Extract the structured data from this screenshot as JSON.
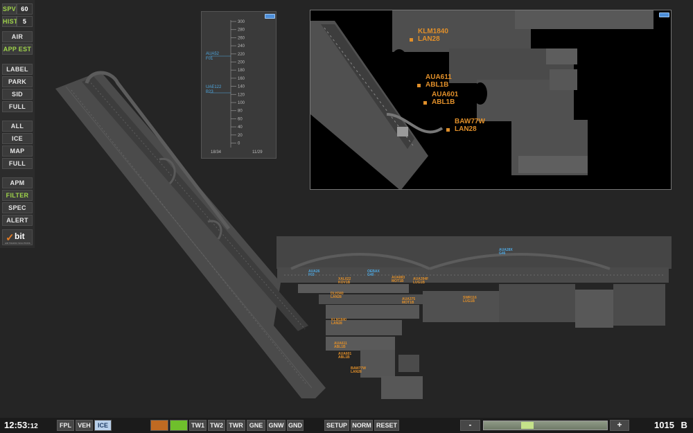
{
  "sidebar": {
    "spv_label": "SPV",
    "spv_value": "60",
    "hist_label": "HIST",
    "hist_value": "5",
    "buttons": [
      "AIR",
      "APP EST",
      "LABEL",
      "PARK",
      "SID",
      "FULL",
      "ALL",
      "ICE",
      "MAP",
      "FULL",
      "APM",
      "FILTER",
      "SPEC",
      "ALERT"
    ],
    "logo_word": "bit",
    "logo_tagline": "AIR TRAFFIC SOLUTIONS"
  },
  "tape": {
    "ticks": [
      "300",
      "280",
      "260",
      "240",
      "220",
      "200",
      "180",
      "160",
      "140",
      "120",
      "100",
      "80",
      "60",
      "40",
      "20",
      "0"
    ],
    "runway_left": "18/34",
    "runway_right": "11/29",
    "tags": [
      {
        "callsign": "AUA52",
        "sub": "F01"
      },
      {
        "callsign": "UAE122",
        "sub": "B23"
      }
    ]
  },
  "zoom": {
    "labels": [
      {
        "callsign": "KLM1840",
        "sub": "LAN28"
      },
      {
        "callsign": "AUA611",
        "sub": "ABL1B"
      },
      {
        "callsign": "AUA601",
        "sub": "ABL1B"
      },
      {
        "callsign": "BAW77W",
        "sub": "LAN28"
      }
    ]
  },
  "map": {
    "labels": [
      {
        "callsign": "AUA26",
        "sub": "F03",
        "color": "blue"
      },
      {
        "callsign": "OEBAX",
        "sub": "G40",
        "color": "blue"
      },
      {
        "callsign": "AUA28X",
        "sub": "G46",
        "color": "blue"
      },
      {
        "callsign": "XAL622",
        "sub": "KOV1B",
        "color": "orange"
      },
      {
        "callsign": "AUA883",
        "sub": "MOT1B",
        "color": "orange"
      },
      {
        "callsign": "AUA394F",
        "sub": "LUG1B",
        "color": "orange"
      },
      {
        "callsign": "DLH340",
        "sub": "LAN28",
        "color": "orange"
      },
      {
        "callsign": "AUA375",
        "sub": "MOT1B",
        "color": "orange"
      },
      {
        "callsign": "SWR116",
        "sub": "LUG1B",
        "color": "orange"
      },
      {
        "callsign": "KLM1840",
        "sub": "LAN28",
        "color": "orange"
      },
      {
        "callsign": "AUA611",
        "sub": "ABL1B",
        "color": "orange"
      },
      {
        "callsign": "AUA601",
        "sub": "ABL1B",
        "color": "orange"
      },
      {
        "callsign": "BAW77W",
        "sub": "LAN28",
        "color": "orange"
      }
    ]
  },
  "bottom": {
    "time_main": "12:53:",
    "time_sec": "12",
    "left_buttons": [
      "FPL",
      "VEH",
      "ICE"
    ],
    "mode_buttons": [
      "TW1",
      "TW2",
      "TWR",
      "GNE",
      "GNW",
      "GND"
    ],
    "right_buttons": [
      "SETUP",
      "NORM",
      "RESET"
    ],
    "minus": "-",
    "plus": "+",
    "range_value": "1015",
    "range_unit": "B"
  },
  "colors": {
    "accent_orange": "#e08f2a",
    "accent_blue": "#4ea7e0",
    "green": "#9fd44a"
  }
}
